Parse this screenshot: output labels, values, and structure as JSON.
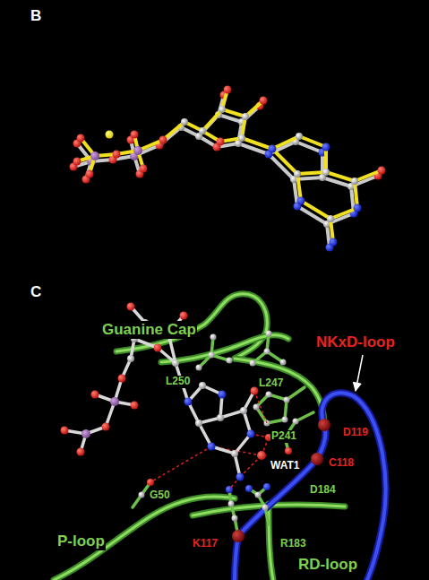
{
  "diagram": {
    "labels": [
      "B",
      "C",
      "Guanine Cap",
      "NKxD-loop",
      "L250",
      "L247",
      "P241",
      "D119",
      "C118",
      "WAT1",
      "D184",
      "G50",
      "K117",
      "R183",
      "P-loop",
      "RD-loop"
    ]
  }
}
